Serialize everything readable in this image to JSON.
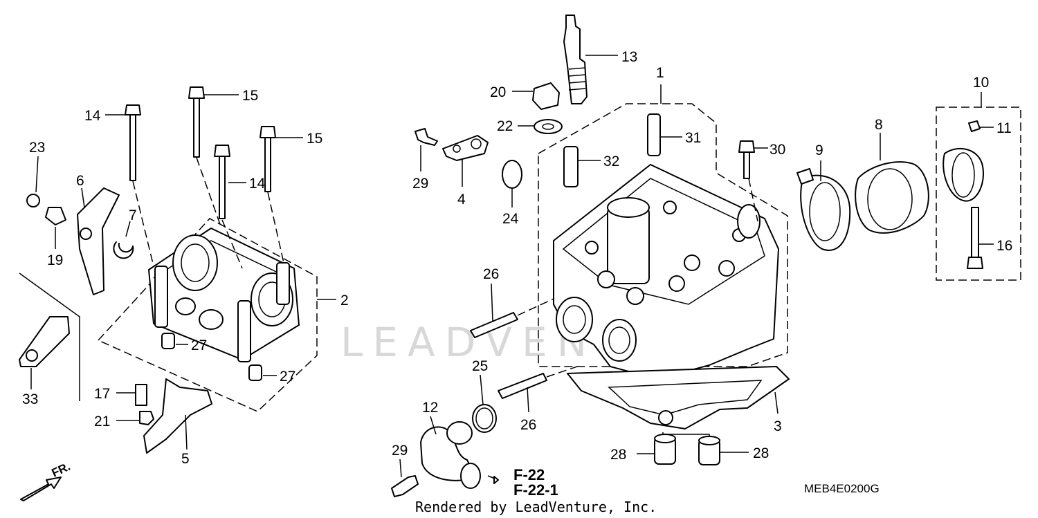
{
  "diagram": {
    "code": "MEB4E0200G",
    "credit": "Rendered by LeadVenture, Inc.",
    "watermark": "LEADVENTURE",
    "direction_label": "FR.",
    "references": [
      "F-22",
      "F-22-1"
    ],
    "callouts": {
      "c1": "1",
      "c2": "2",
      "c3": "3",
      "c4": "4",
      "c5": "5",
      "c6": "6",
      "c7": "7",
      "c8": "8",
      "c9": "9",
      "c10": "10",
      "c11": "11",
      "c12": "12",
      "c13": "13",
      "c14a": "14",
      "c14b": "14",
      "c15a": "15",
      "c15b": "15",
      "c16": "16",
      "c17": "17",
      "c19": "19",
      "c20": "20",
      "c21": "21",
      "c22": "22",
      "c23": "23",
      "c24": "24",
      "c25": "25",
      "c26a": "26",
      "c26b": "26",
      "c27a": "27",
      "c27b": "27",
      "c28a": "28",
      "c28b": "28",
      "c29a": "29",
      "c29b": "29",
      "c30": "30",
      "c31": "31",
      "c32": "32",
      "c33": "33"
    }
  }
}
